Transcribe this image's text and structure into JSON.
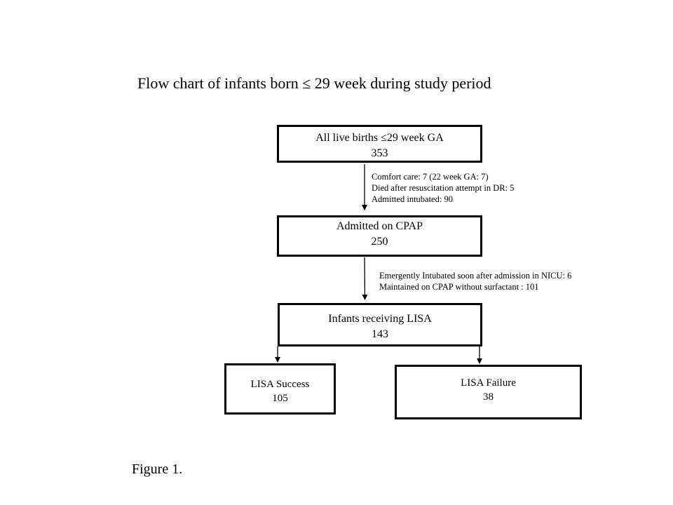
{
  "title": "Flow chart of infants born ≤ 29 week during study period",
  "figure_label": "Figure 1.",
  "boxes": {
    "all_births": {
      "line1": "All live births ≤29 week GA",
      "value": "353"
    },
    "cpap": {
      "line1": "Admitted on CPAP",
      "value": "250"
    },
    "lisa": {
      "line1": "Infants receiving LISA",
      "value": "143"
    },
    "success": {
      "line1": "LISA Success",
      "value": "105"
    },
    "failure": {
      "line1": "LISA Failure",
      "value": "38"
    }
  },
  "exclusions_1": [
    "Comfort care: 7 (22 week GA: 7)",
    "Died after resuscitation attempt in DR: 5",
    "Admitted intubated: 90"
  ],
  "exclusions_2": [
    "Emergently Intubated soon after admission in NICU: 6",
    "Maintained on CPAP without surfactant : 101"
  ]
}
